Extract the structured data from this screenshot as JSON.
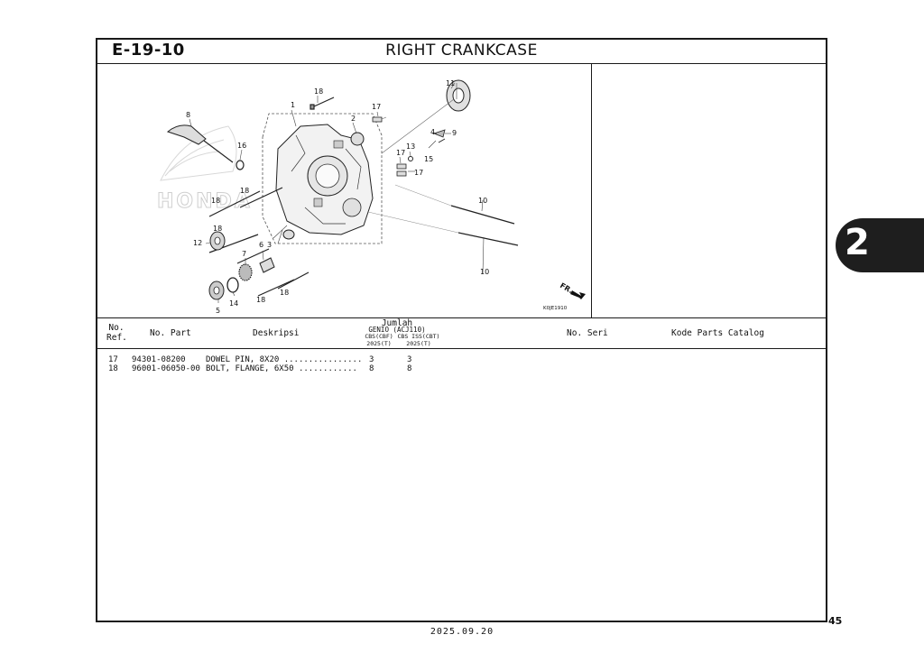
{
  "header": {
    "code": "E-19-10",
    "title": "RIGHT CRANKCASE"
  },
  "diagram": {
    "callouts": [
      "1",
      "2",
      "3",
      "4",
      "5",
      "6",
      "7",
      "8",
      "9",
      "10",
      "10",
      "11",
      "12",
      "13",
      "14",
      "15",
      "16",
      "17",
      "17",
      "17",
      "18",
      "18",
      "18",
      "18",
      "18",
      "18"
    ],
    "direction_label": "FR.",
    "drawing_code": "K0JE1910",
    "watermark": "HONDA"
  },
  "table": {
    "headers": {
      "ref": "No.\nRef.",
      "part": "No. Part",
      "desc": "Deskripsi",
      "qty_title": "Jumlah",
      "qty_model": "GENIO (ACJ110)",
      "qty_col1": "CBS(CBF)\n2025(T)",
      "qty_col2": "CBS ISS(CBT)\n2025(T)",
      "serial": "No. Seri",
      "catalog": "Kode Parts Catalog"
    },
    "rows": [
      {
        "ref": "17",
        "part": "94301-08200",
        "desc": "DOWEL PIN, 8X20 ................",
        "q1": "3",
        "q2": "3"
      },
      {
        "ref": "18",
        "part": "96001-06050-00",
        "desc": "BOLT, FLANGE, 6X50 ............",
        "q1": "8",
        "q2": "8"
      }
    ]
  },
  "section_tab": "2",
  "page_number": "45",
  "footer_date": "2025.09.20"
}
